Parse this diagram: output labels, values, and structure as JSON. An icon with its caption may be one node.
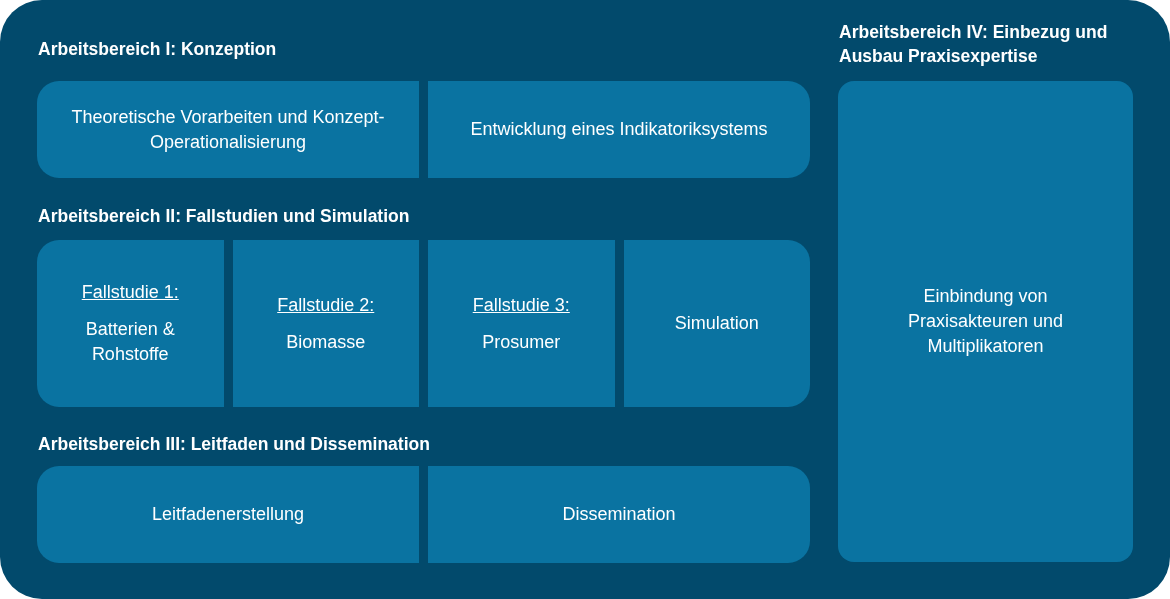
{
  "diagram": {
    "nodes": [
      {
        "text": [
          "Arbeitsbereich I: Konzeption"
        ]
      },
      {
        "text": [
          "Theoretische Vorarbeiten und Konzept-Operationalisierung"
        ],
        "in": 0
      },
      {
        "text": [
          "Entwicklung eines Indikatoriksystems"
        ],
        "in": 0
      },
      {
        "text": [
          "Arbeitsbereich II: Fallstudien und Simulation"
        ]
      },
      {
        "text": [
          "Fallstudie 1:",
          "Batterien & Rohstoffe"
        ],
        "in": 3
      },
      {
        "text": [
          "Fallstudie 2:",
          "Biomasse"
        ],
        "in": 3
      },
      {
        "text": [
          "Fallstudie 3:",
          "Prosumer"
        ],
        "in": 3
      },
      {
        "text": [
          "Simulation"
        ],
        "in": 3
      },
      {
        "text": [
          "Arbeitsbereich III: Leitfaden und Dissemination"
        ]
      },
      {
        "text": [
          "Leitfadenerstellung"
        ],
        "in": 8
      },
      {
        "text": [
          "Dissemination"
        ],
        "in": 8
      },
      {
        "text": [
          "Arbeitsbereich IV: Einbezug und Ausbau Praxisexpertise",
          "Einbindung von Praxisakteuren und Multiplikatoren"
        ]
      }
    ]
  }
}
